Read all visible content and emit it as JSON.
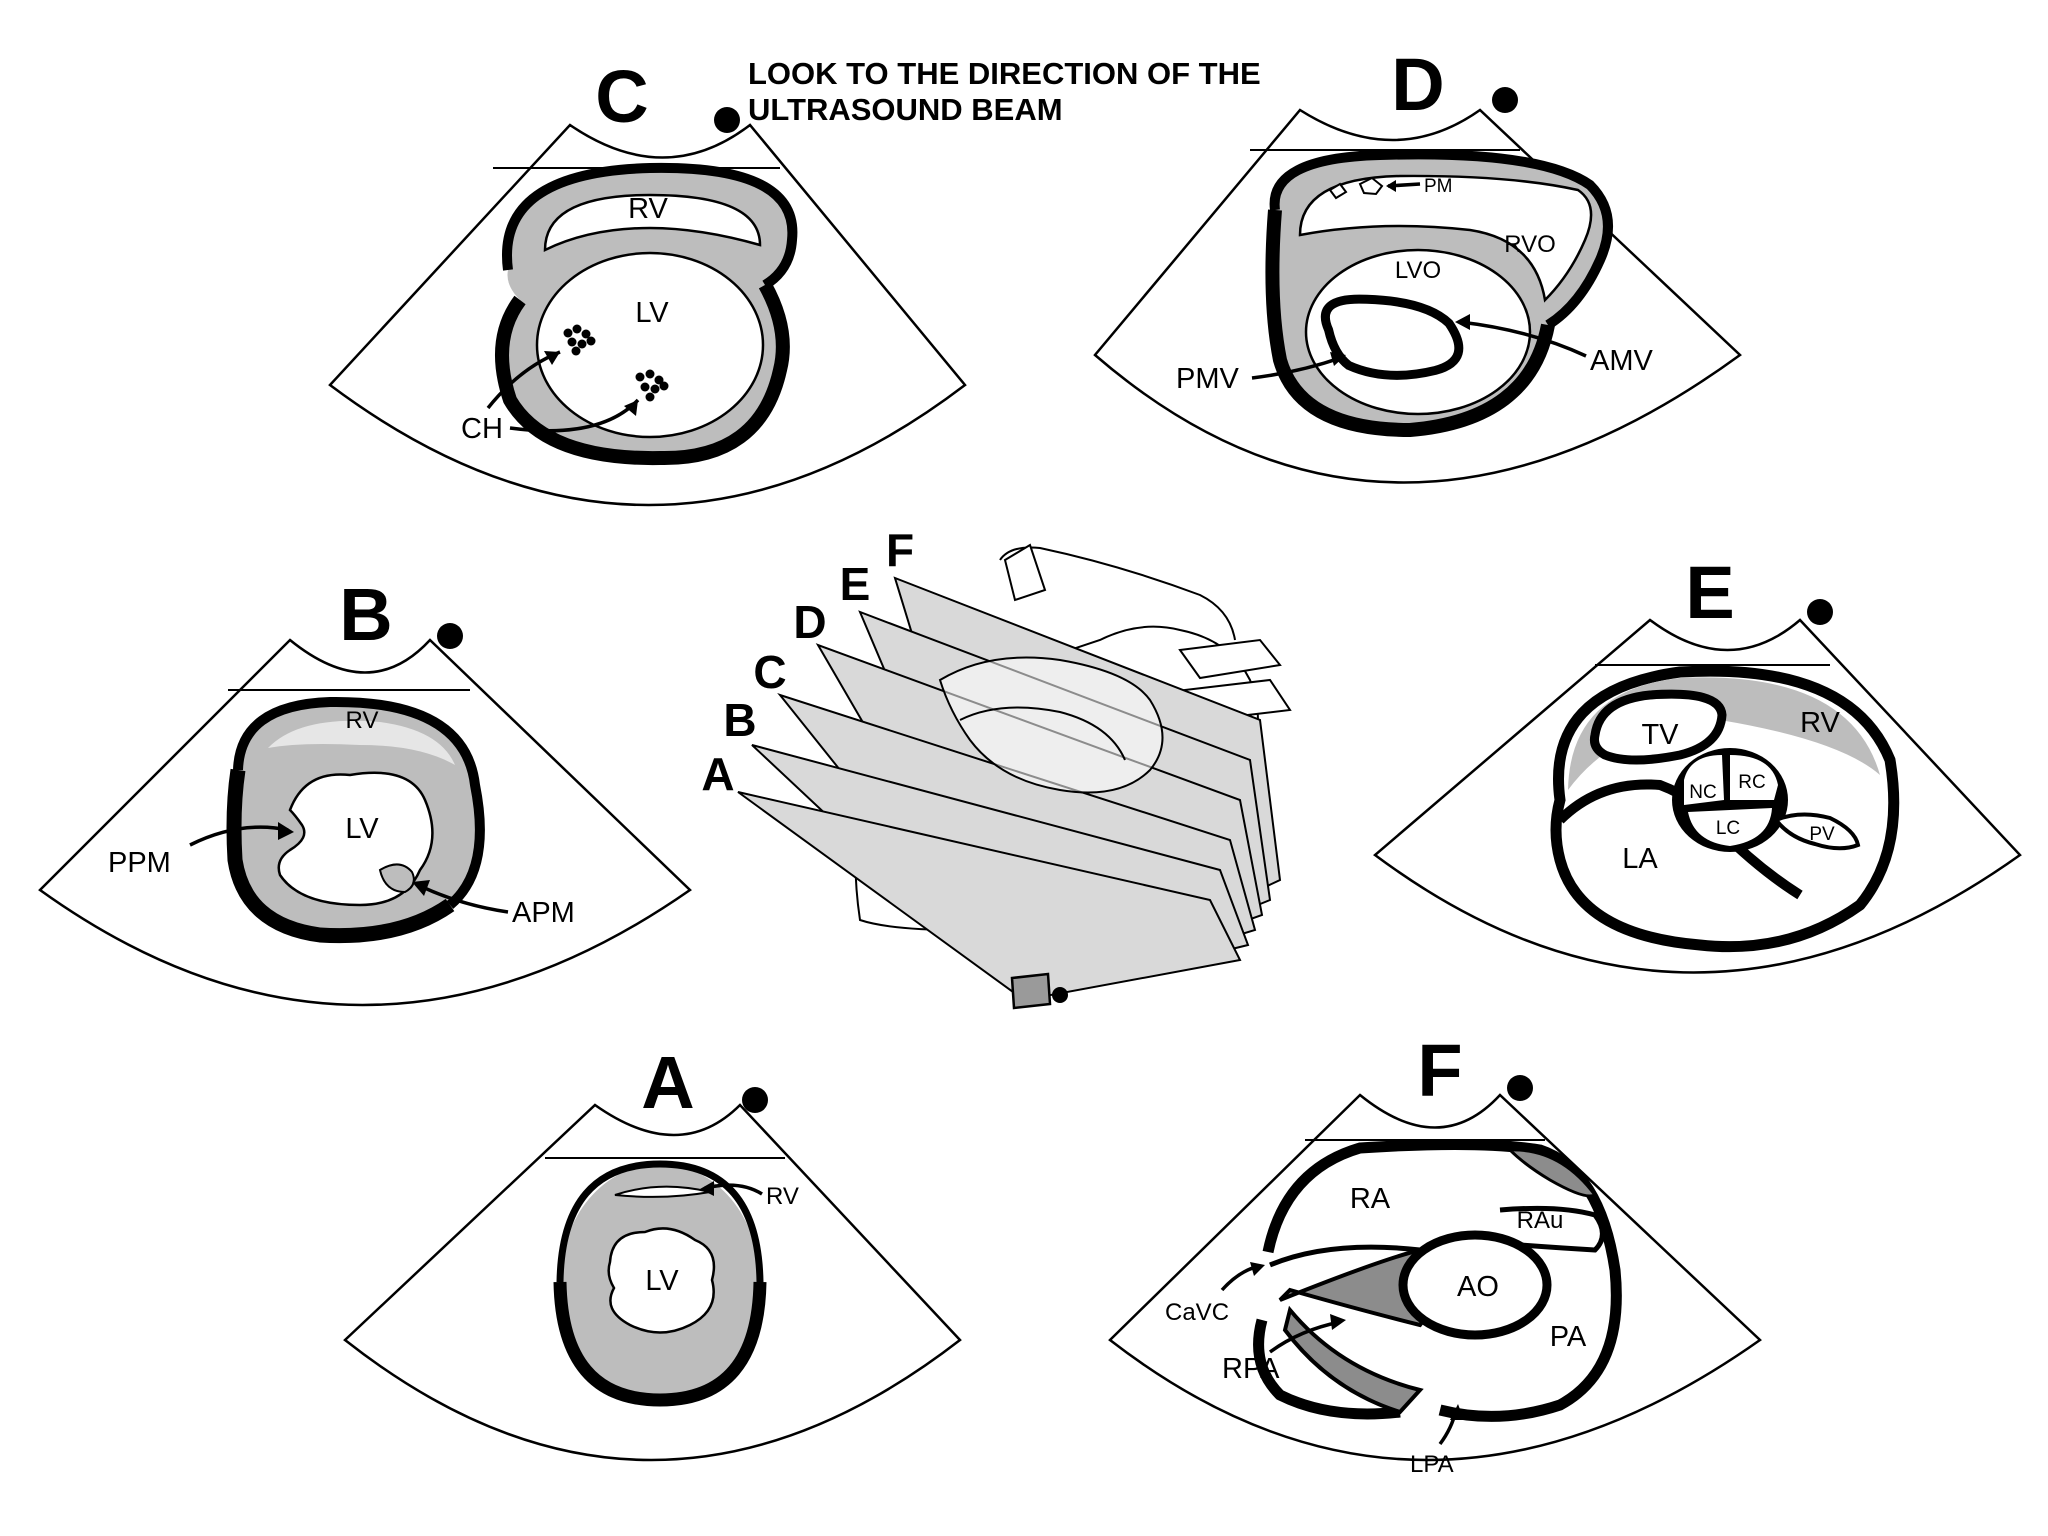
{
  "header": {
    "line1": "LOOK TO THE DIRECTION OF THE",
    "line2": "ULTRASOUND BEAM"
  },
  "colors": {
    "wall": "#bdbdbd",
    "fan_plane": "#d9d9d9",
    "ink": "#000000",
    "background": "#ffffff"
  },
  "panels": {
    "C": {
      "letter": "C",
      "rv": "RV",
      "lv": "LV",
      "ch": "CH"
    },
    "D": {
      "letter": "D",
      "pm": "PM",
      "rvo": "RVO",
      "lvo": "LVO",
      "pmv": "PMV",
      "amv": "AMV"
    },
    "B": {
      "letter": "B",
      "rv": "RV",
      "lv": "LV",
      "ppm": "PPM",
      "apm": "APM"
    },
    "E": {
      "letter": "E",
      "tv": "TV",
      "rv": "RV",
      "nc": "NC",
      "rc": "RC",
      "lc": "LC",
      "pv": "PV",
      "la": "LA"
    },
    "A": {
      "letter": "A",
      "rv": "RV",
      "lv": "LV"
    },
    "F": {
      "letter": "F",
      "ra": "RA",
      "rau": "RAu",
      "ao": "AO",
      "pa": "PA",
      "cavc": "CaVC",
      "rpa": "RPA",
      "lpa": "LPA"
    }
  },
  "fan": {
    "labels": [
      "A",
      "B",
      "C",
      "D",
      "E",
      "F"
    ]
  }
}
